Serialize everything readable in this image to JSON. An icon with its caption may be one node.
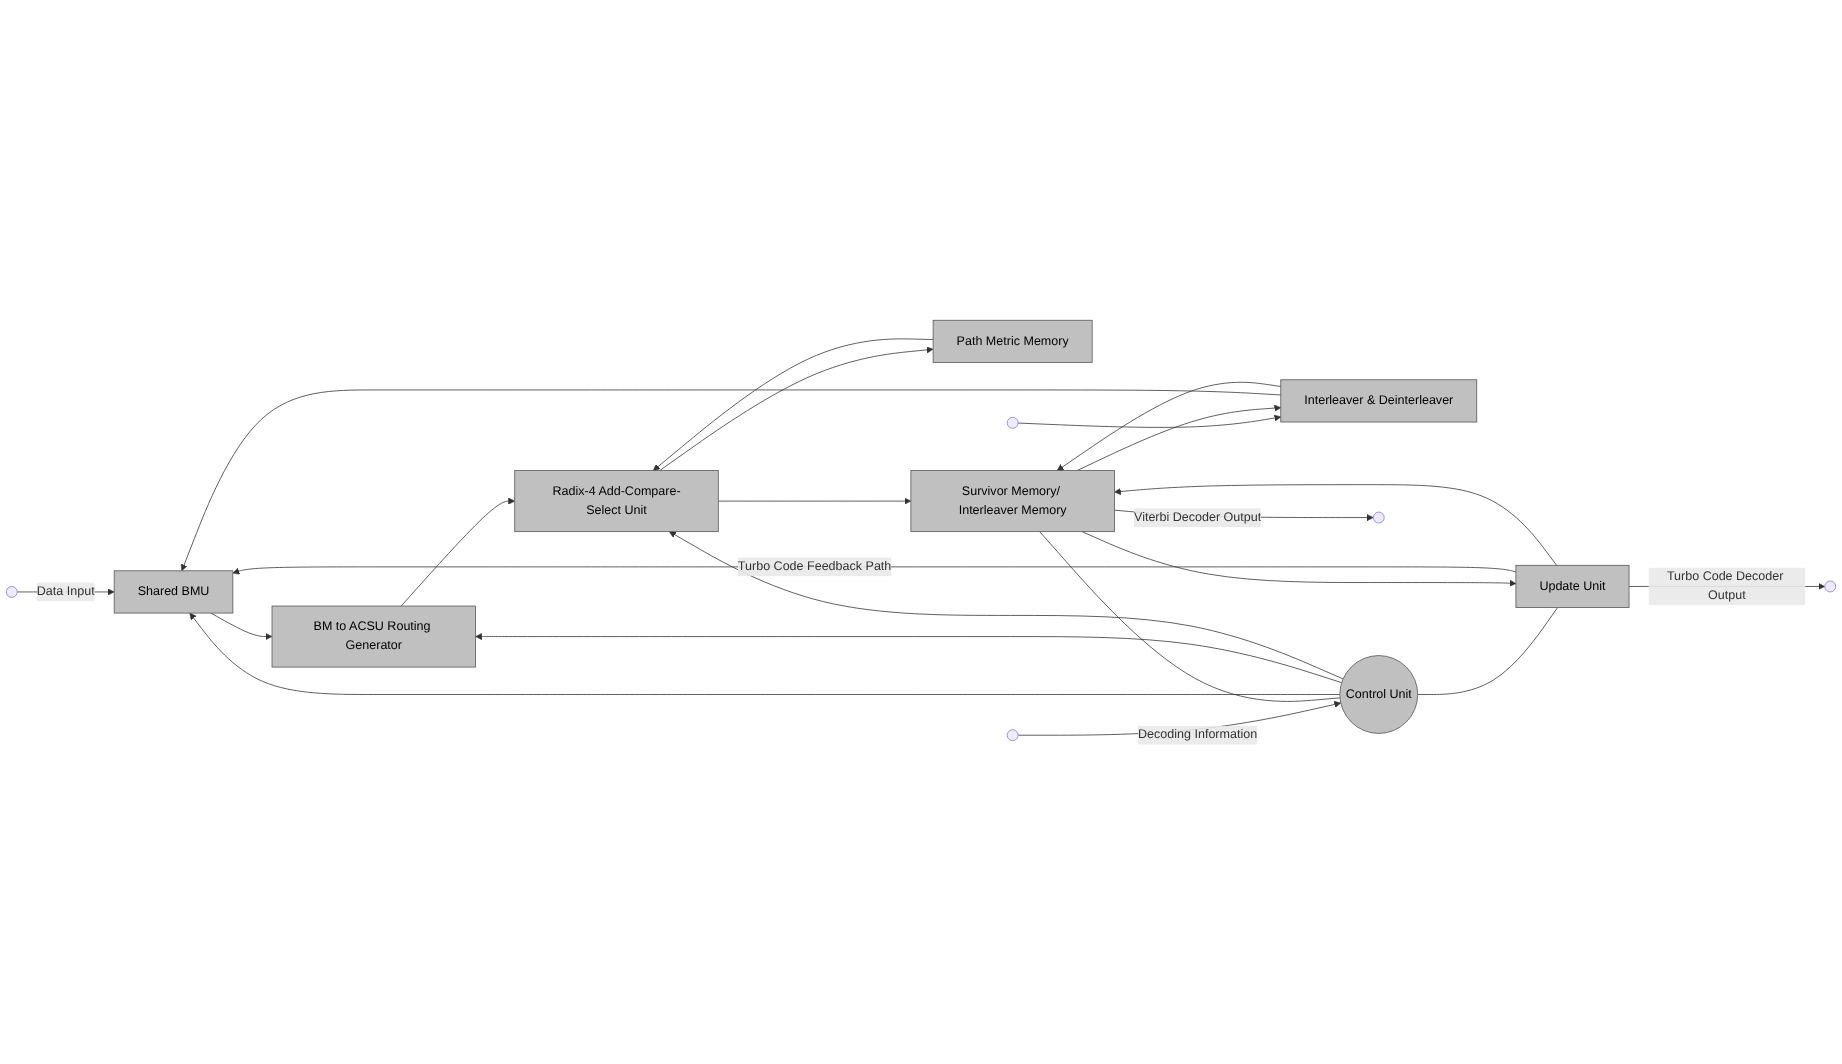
{
  "diagram": {
    "nodes": [
      {
        "text": [
          "Shared BMU"
        ]
      },
      {
        "text": [
          "BM to ACSU Routing Generator"
        ]
      },
      {
        "text": [
          "Radix-4 Add-Compare-Select Unit"
        ]
      },
      {
        "text": [
          "Path Metric Memory"
        ]
      },
      {
        "text": [
          "Interleaver & Deinterleaver"
        ]
      },
      {
        "text": [
          "Control Unit"
        ]
      },
      {
        "text": [
          "Survivor Memory/ Interleaver Memory"
        ]
      },
      {
        "text": [
          "Update Unit"
        ]
      }
    ],
    "edges": [
      {
        "from": null,
        "to": 0,
        "arrow": "to",
        "label": "Data Input"
      },
      {
        "from": null,
        "to": 4,
        "arrow": "to"
      },
      {
        "from": 7,
        "to": 0,
        "arrow": "to",
        "label": "Turbo Code Feedback Path"
      },
      {
        "from": 4,
        "to": 0,
        "arrow": "to"
      },
      {
        "from": 0,
        "to": 1,
        "arrow": "to"
      },
      {
        "from": 1,
        "to": 2,
        "arrow": "to"
      },
      {
        "from": 3,
        "to": 2,
        "arrow": "to"
      },
      {
        "from": 2,
        "to": 3,
        "arrow": "to"
      },
      {
        "from": 5,
        "to": 0,
        "arrow": "to"
      },
      {
        "from": 5,
        "to": 1,
        "arrow": "to"
      },
      {
        "from": 5,
        "to": 2,
        "arrow": "to"
      },
      {
        "from": null,
        "to": 5,
        "arrow": "to",
        "label": "Decoding Information"
      },
      {
        "from": 6,
        "to": 4,
        "arrow": "to"
      },
      {
        "from": 4,
        "to": 6,
        "arrow": "to"
      },
      {
        "from": 6,
        "to": 5,
        "arrow": "none"
      },
      {
        "from": 5,
        "to": 7,
        "arrow": "none"
      },
      {
        "from": 2,
        "to": 6,
        "arrow": "to"
      },
      {
        "from": 6,
        "to": 7,
        "arrow": "to"
      },
      {
        "from": 7,
        "to": 6,
        "arrow": "to"
      },
      {
        "from": 7,
        "to": null,
        "arrow": "to",
        "label": "Turbo Code Decoder Output"
      },
      {
        "from": 6,
        "to": null,
        "arrow": "to",
        "label": "Viterbi Decoder Output"
      }
    ]
  }
}
